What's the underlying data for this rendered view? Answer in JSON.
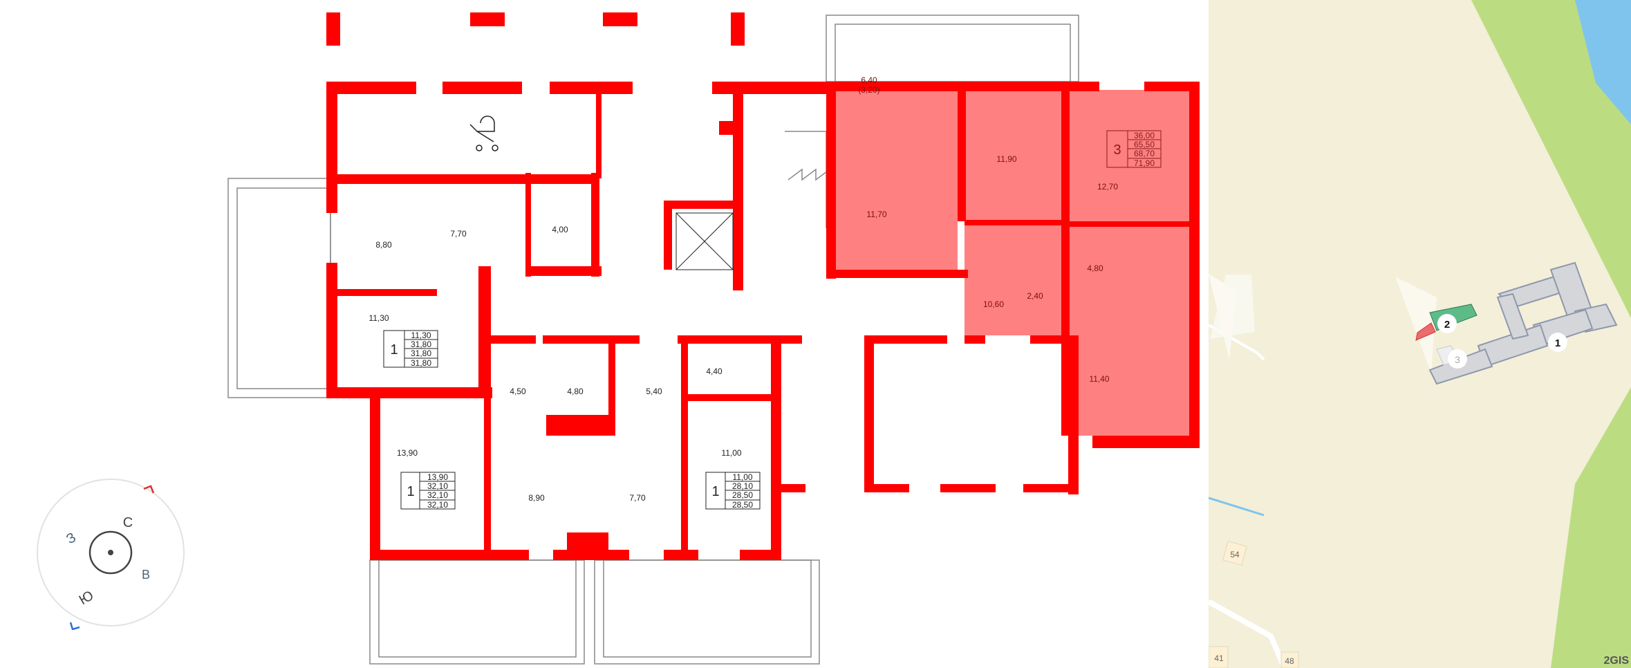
{
  "plan": {
    "colors": {
      "wall": "#ff0000",
      "highlight": "#ff8080",
      "outline": "#888888"
    },
    "rooms": {
      "r_6_40": "6,40",
      "r_3_20": "(3,20)",
      "r_11_90": "11,90",
      "r_12_70": "12,70",
      "r_11_70": "11,70",
      "r_10_60": "10,60",
      "r_2_40": "2,40",
      "r_4_80a": "4,80",
      "r_11_40": "11,40",
      "r_8_80": "8,80",
      "r_7_70a": "7,70",
      "r_4_00": "4,00",
      "r_11_30": "11,30",
      "r_4_50": "4,50",
      "r_4_80b": "4,80",
      "r_5_40": "5,40",
      "r_4_40": "4,40",
      "r_13_90": "13,90",
      "r_8_90": "8,90",
      "r_7_70b": "7,70",
      "r_11_00": "11,00"
    },
    "units": [
      {
        "rooms": "3",
        "areas": [
          "36,00",
          "65,50",
          "68,70",
          "71,90"
        ],
        "selected": true
      },
      {
        "rooms": "1",
        "areas": [
          "11,30",
          "31,80",
          "31,80",
          "31,80"
        ]
      },
      {
        "rooms": "1",
        "areas": [
          "13,90",
          "32,10",
          "32,10",
          "32,10"
        ]
      },
      {
        "rooms": "1",
        "areas": [
          "11,00",
          "28,10",
          "28,50",
          "28,50"
        ]
      }
    ]
  },
  "compass": {
    "north": "С",
    "east": "В",
    "south": "Ю",
    "west": "З"
  },
  "map": {
    "buildings": [
      "1",
      "2",
      "3"
    ],
    "house_numbers": [
      "54",
      "41",
      "48"
    ],
    "brand": "2GIS",
    "colors": {
      "ground": "#f3efd9",
      "park": "#bcdc82",
      "water": "#7fc4ec",
      "selected": "#ea6c6c",
      "section": "#5dbb8a"
    }
  }
}
